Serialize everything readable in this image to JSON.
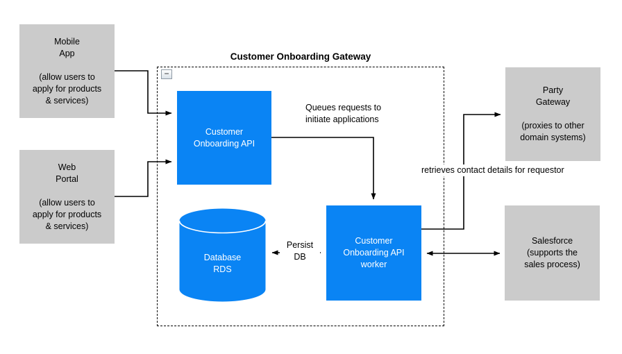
{
  "diagram": {
    "title": "Customer Onboarding Gateway",
    "collapse_button": "−",
    "colors": {
      "node_blue": "#0a84f4",
      "node_gray": "#cbcbcb",
      "connector": "#000000",
      "node_text_on_blue": "#ffffff",
      "node_text_on_gray": "#000000"
    },
    "nodes": {
      "mobile_app": {
        "text": "Mobile\nApp\n\n(allow users to\napply for products\n& services)"
      },
      "web_portal": {
        "text": "Web\nPortal\n\n(allow users to\napply for products\n& services)"
      },
      "onboarding_api": {
        "text": "Customer\nOnboarding API"
      },
      "database": {
        "text": "Database\nRDS"
      },
      "api_worker": {
        "text": "Customer\nOnboarding API\nworker"
      },
      "party_gateway": {
        "text": "Party\nGateway\n\n(proxies to other\ndomain systems)"
      },
      "salesforce": {
        "text": "Salesforce\n(supports the\nsales process)"
      }
    },
    "edge_labels": {
      "queues": "Queues requests to\ninitiate applications",
      "persist": "Persist\nDB",
      "retrieves": "retrieves contact details for requestor"
    },
    "edges": [
      {
        "from": "mobile_app",
        "to": "onboarding_api",
        "arrow": "end"
      },
      {
        "from": "web_portal",
        "to": "onboarding_api",
        "arrow": "end"
      },
      {
        "from": "onboarding_api",
        "to": "api_worker",
        "arrow": "end"
      },
      {
        "from": "database",
        "to": "api_worker",
        "arrow": "both"
      },
      {
        "from": "api_worker",
        "to": "party_gateway",
        "arrow": "end"
      },
      {
        "from": "api_worker",
        "to": "salesforce",
        "arrow": "both"
      }
    ]
  }
}
